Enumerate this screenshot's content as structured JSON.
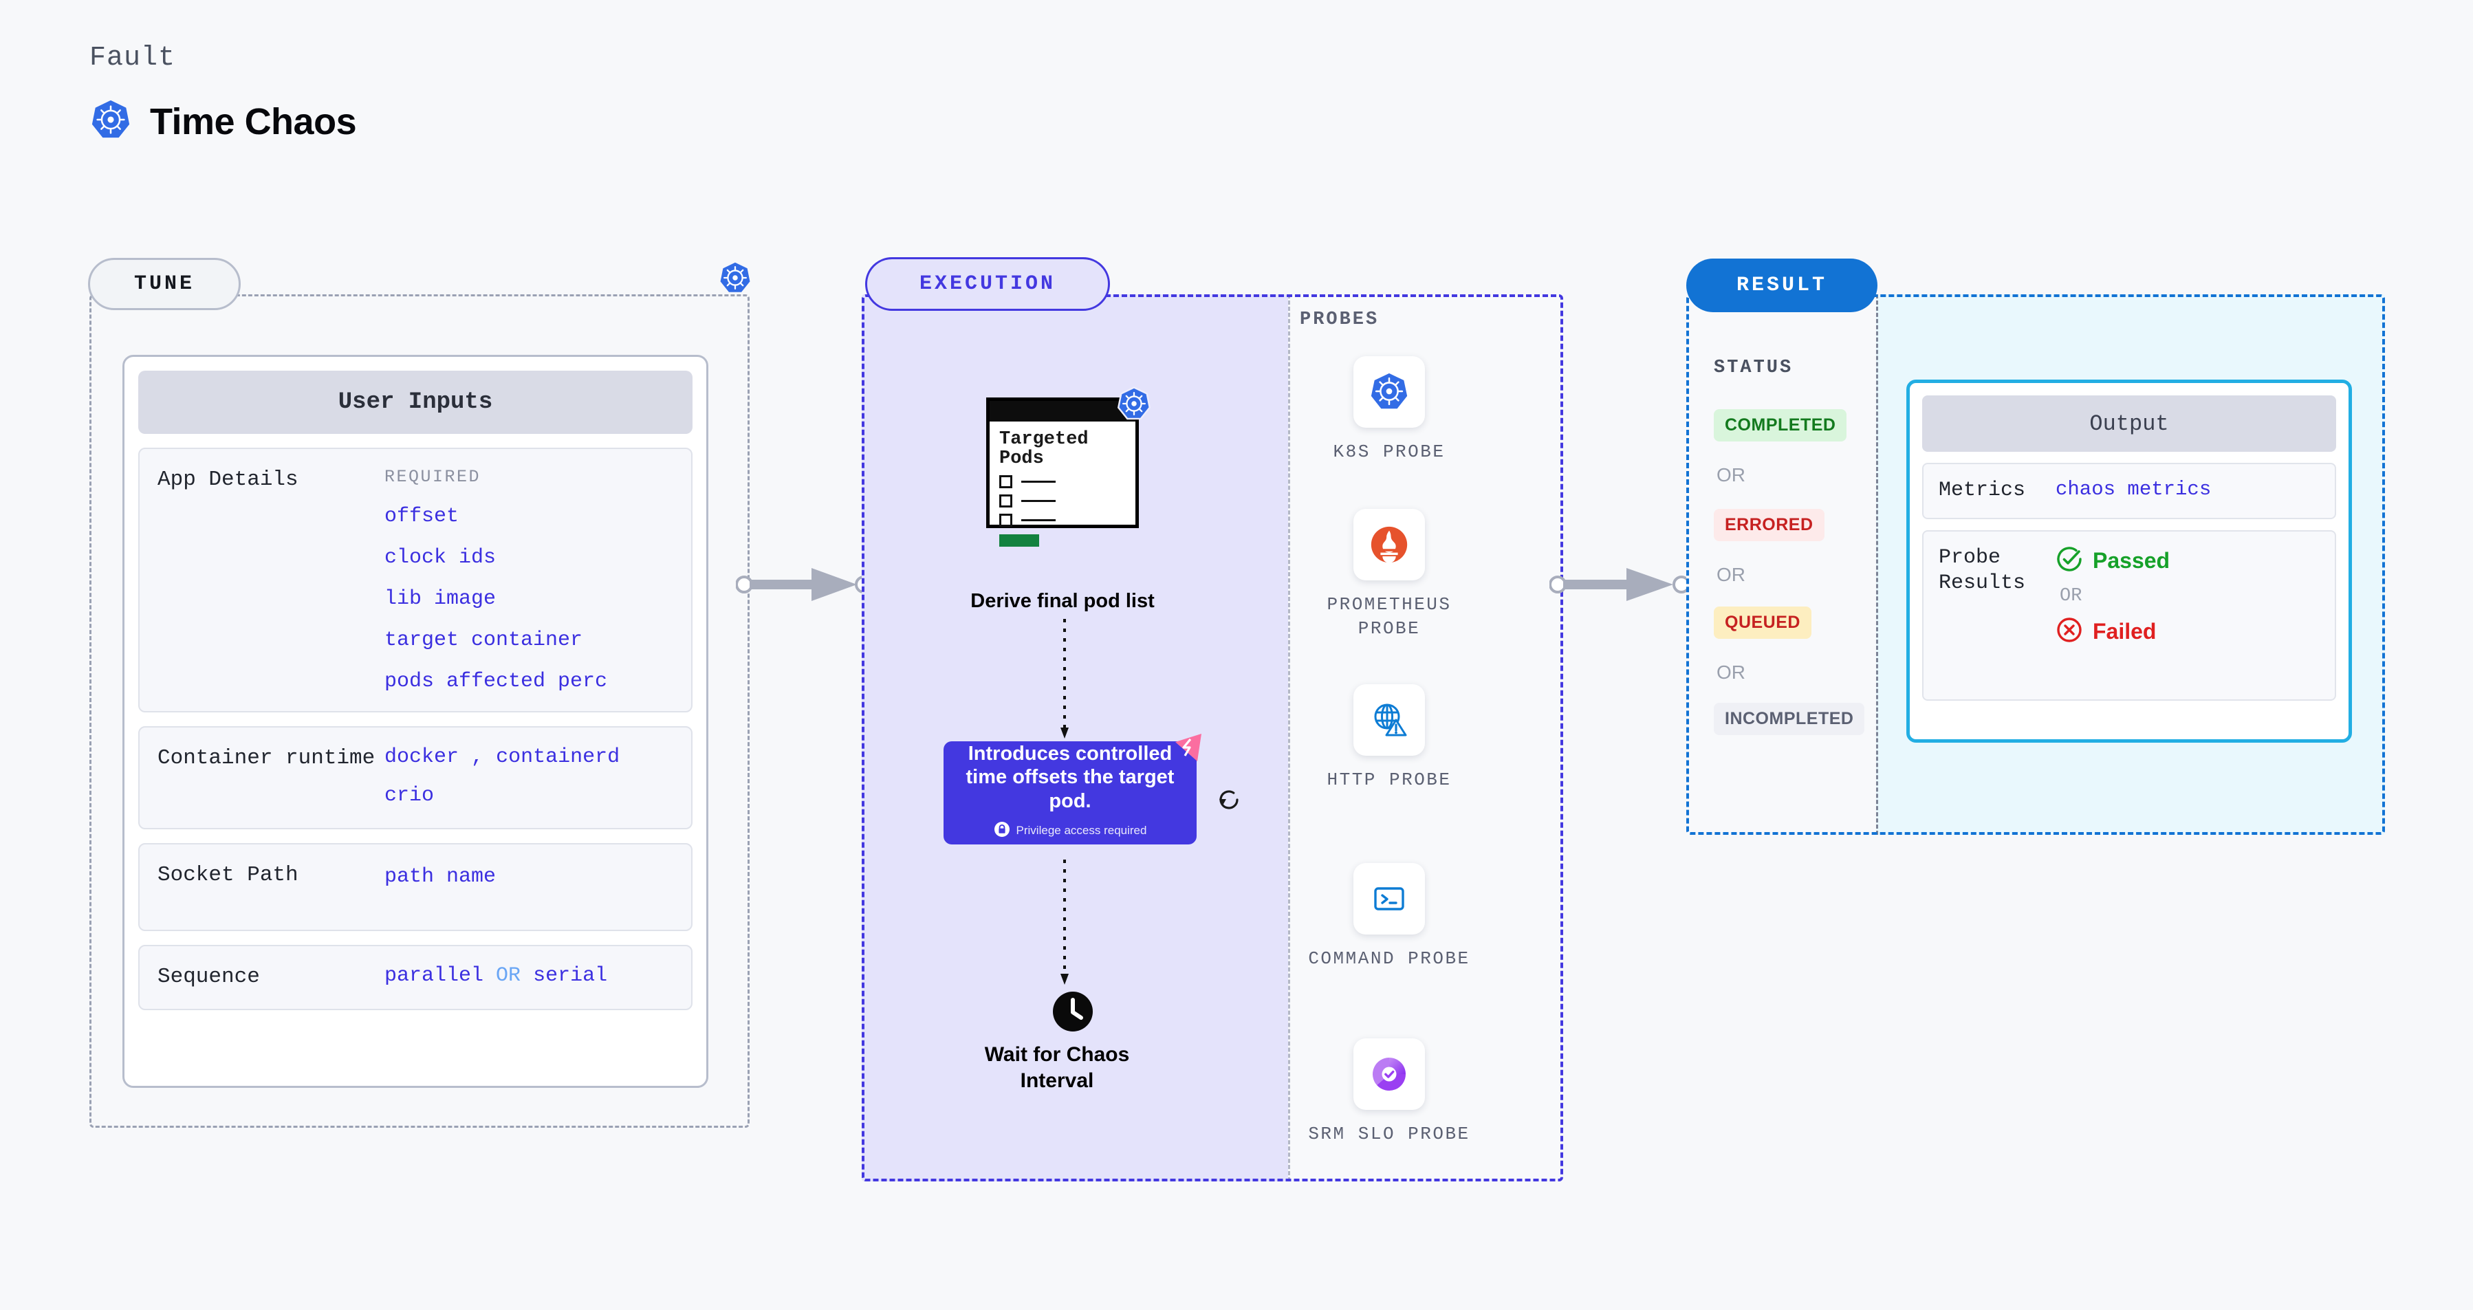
{
  "header": {
    "eyebrow": "Fault",
    "title": "Time Chaos",
    "logo_icon": "kubernetes-icon"
  },
  "colors": {
    "accent_purple": "#4338e0",
    "accent_blue": "#1273d4",
    "accent_cyan": "#22aee3",
    "value_blue": "#3b2fe0",
    "or_blue": "#6aa6f5",
    "k8s_blue": "#326ce5",
    "prometheus_orange": "#e6522c",
    "green": "#16a129",
    "red": "#e02020",
    "pink": "#fb6ea0"
  },
  "tune": {
    "tag": "TUNE",
    "border_badge_icon": "kubernetes-icon",
    "card_title": "User Inputs",
    "rows": [
      {
        "label": "App Details",
        "required_head": "REQUIRED",
        "values": [
          "offset",
          "clock ids",
          "lib image",
          "target container",
          "pods affected perc"
        ]
      },
      {
        "label": "Container runtime",
        "values": [
          "docker",
          "containerd",
          "crio"
        ],
        "separator": ","
      },
      {
        "label": "Socket Path",
        "values": [
          "path name"
        ]
      },
      {
        "label": "Sequence",
        "values": [
          "parallel",
          "serial"
        ],
        "keyword": "OR"
      }
    ]
  },
  "execution": {
    "tag": "EXECUTION",
    "pods_card": {
      "title_line1": "Targeted",
      "title_line2": "Pods",
      "badge_icon": "kubernetes-icon",
      "items": 3,
      "bar_color": "#13823f"
    },
    "derive_label": "Derive final pod list",
    "callout": {
      "text": "Introduces controlled time offsets the target pod.",
      "footnote": "Privilege access required",
      "lock_icon": "lock-icon",
      "badge_icon": "flash-icon",
      "refresh_icon": "refresh-icon"
    },
    "wait": {
      "icon": "clock-icon",
      "label_line1": "Wait for Chaos",
      "label_line2": "Interval"
    }
  },
  "probes": {
    "heading": "PROBES",
    "items": [
      {
        "icon": "kubernetes-icon",
        "label": "K8S PROBE"
      },
      {
        "icon": "prometheus-icon",
        "label": "PROMETHEUS PROBE"
      },
      {
        "icon": "globe-warning-icon",
        "label": "HTTP PROBE"
      },
      {
        "icon": "terminal-icon",
        "label": "COMMAND PROBE"
      },
      {
        "icon": "slo-donut-icon",
        "label": "SRM SLO PROBE"
      }
    ]
  },
  "result": {
    "tag": "RESULT",
    "status_heading": "STATUS",
    "or_text": "OR",
    "statuses": [
      {
        "label": "COMPLETED",
        "bg": "#d9f5dc",
        "fg": "#137a1e"
      },
      {
        "label": "ERRORED",
        "bg": "#fdeaea",
        "fg": "#c62121"
      },
      {
        "label": "QUEUED",
        "bg": "#fdeec0",
        "fg": "#c62121"
      },
      {
        "label": "INCOMPLETED",
        "bg": "#eff0f5",
        "fg": "#5b6072"
      }
    ],
    "output": {
      "title": "Output",
      "metrics_label": "Metrics",
      "metrics_value": "chaos metrics",
      "probe_results_label_line1": "Probe",
      "probe_results_label_line2": "Results",
      "passed": "Passed",
      "failed": "Failed",
      "or_text": "OR",
      "pass_icon": "check-circle-icon",
      "fail_icon": "x-circle-icon"
    }
  },
  "connectors": {
    "arrow1_icon": "arrow-right-icon",
    "arrow2_icon": "arrow-right-icon"
  }
}
